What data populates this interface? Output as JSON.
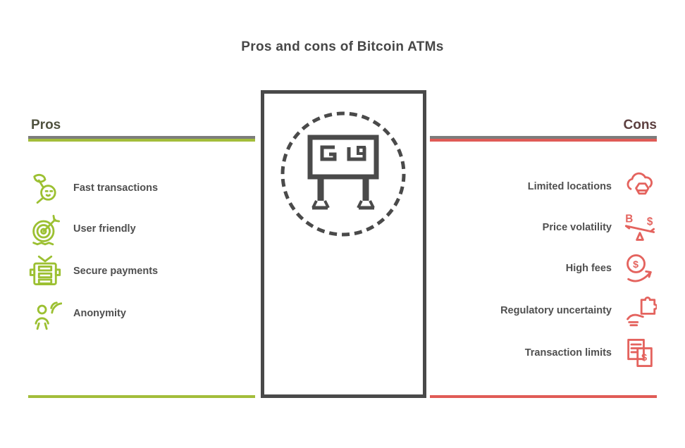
{
  "title": "Pros and cons of Bitcoin ATMs",
  "colors": {
    "dark": "#494949",
    "gray_rule": "#7c7c7c",
    "green_rule": "#a3bd3a",
    "green_icon": "#9cc032",
    "red_rule": "#e05b56",
    "red_icon": "#e4635e"
  },
  "center": {
    "icon": "atm-kiosk-icon"
  },
  "pros": {
    "heading": "Pros",
    "items": [
      {
        "label": "Fast transactions",
        "icon": "magnifier-leaf-icon"
      },
      {
        "label": "User friendly",
        "icon": "target-dart-icon"
      },
      {
        "label": "Secure payments",
        "icon": "atm-terminal-icon"
      },
      {
        "label": "Anonymity",
        "icon": "person-signal-icon"
      }
    ]
  },
  "cons": {
    "heading": "Cons",
    "items": [
      {
        "label": "Limited locations",
        "icon": "cloud-restriction-icon"
      },
      {
        "label": "Price volatility",
        "icon": "currency-seesaw-icon"
      },
      {
        "label": "High fees",
        "icon": "dollar-rising-icon"
      },
      {
        "label": "Regulatory uncertainty",
        "icon": "puzzle-hand-icon"
      },
      {
        "label": "Transaction limits",
        "icon": "paperwork-dollar-icon"
      }
    ]
  }
}
